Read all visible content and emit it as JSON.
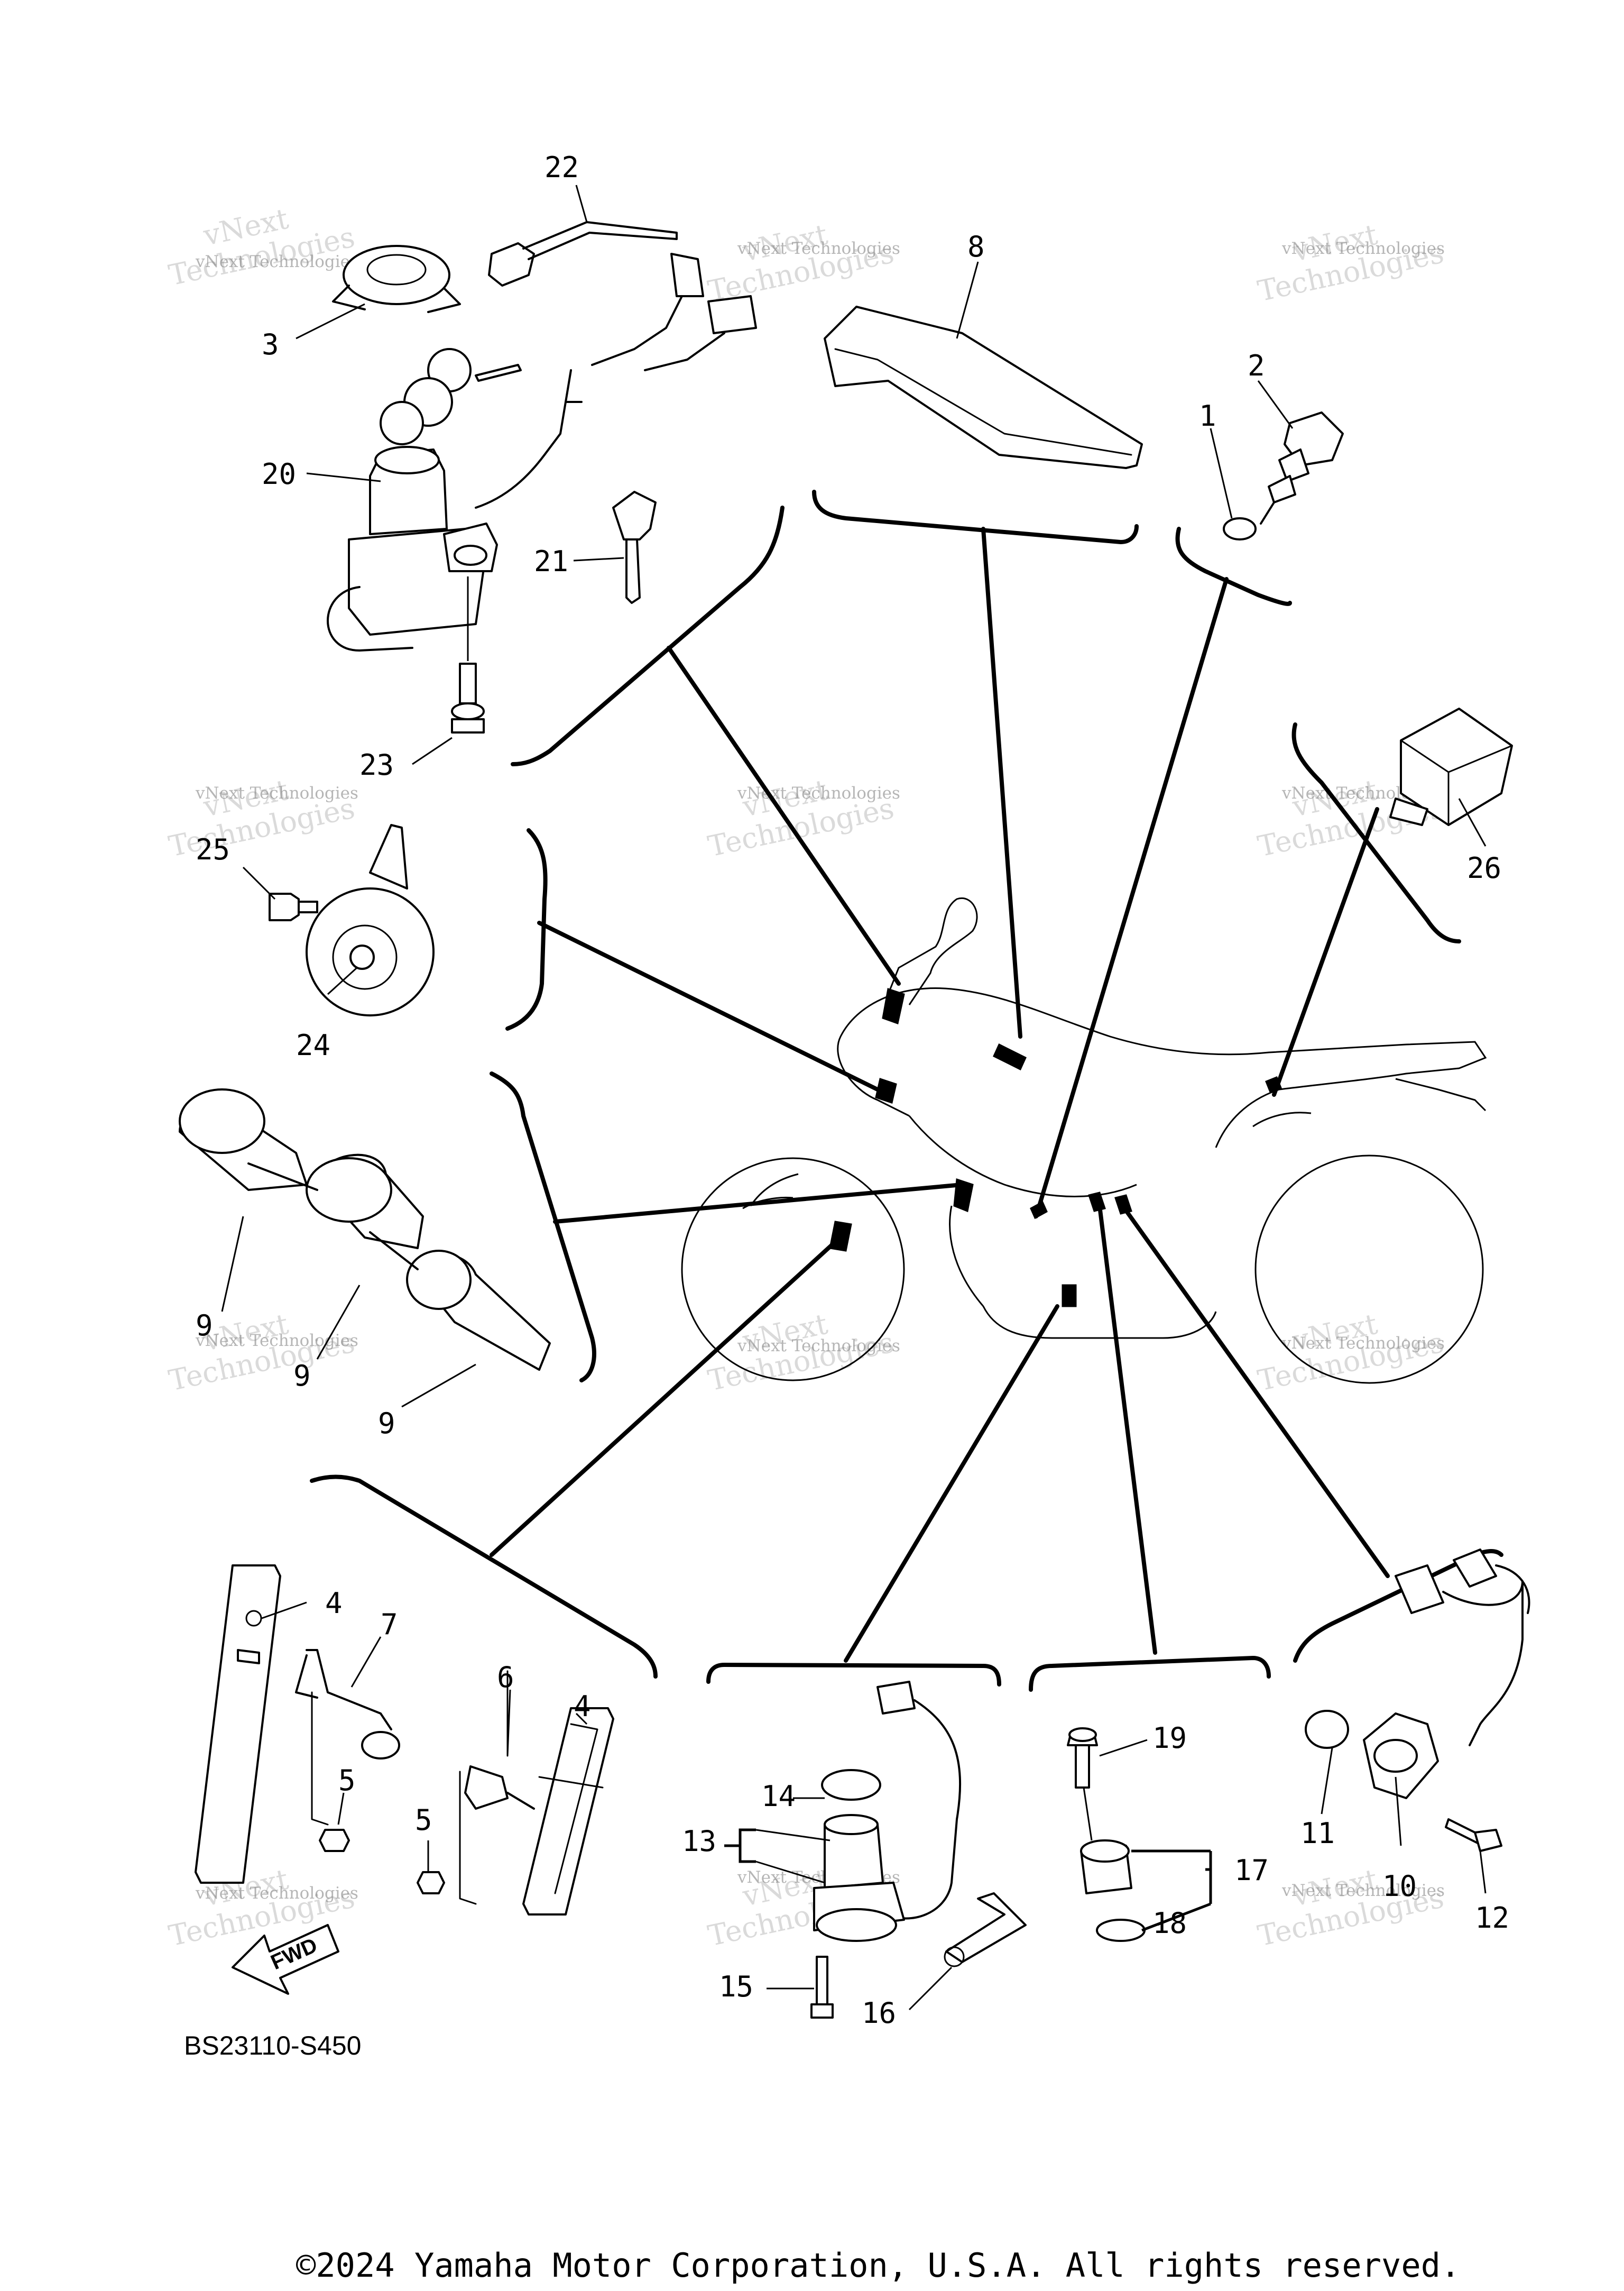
{
  "diagram": {
    "reference_code": "BS23110-S450",
    "copyright": "©2024 Yamaha Motor Corporation, U.S.A. All rights reserved.",
    "direction_label": "FWD",
    "watermark": {
      "line1": "vNext",
      "line2": "Technologies",
      "caption": "vNext Technologies"
    },
    "part_numbers": [
      "1",
      "2",
      "3",
      "4",
      "4",
      "5",
      "5",
      "6",
      "7",
      "8",
      "9",
      "9",
      "9",
      "10",
      "11",
      "12",
      "13",
      "14",
      "15",
      "16",
      "17",
      "18",
      "19",
      "20",
      "21",
      "22",
      "23",
      "24",
      "25",
      "26"
    ],
    "colors": {
      "ink": "#000000",
      "watermark": "#bdbdbd",
      "background": "#ffffff"
    }
  }
}
